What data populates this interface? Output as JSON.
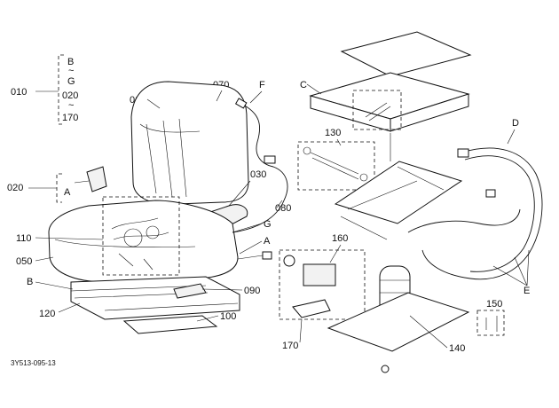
{
  "callouts": {
    "c010": "010",
    "c020a": "020",
    "c020b": "020",
    "c030": "030",
    "c050": "050",
    "c060": "060",
    "c070": "070",
    "c080": "080",
    "c090": "090",
    "c100": "100",
    "c110": "110",
    "c120": "120",
    "c130": "130",
    "c140": "140",
    "c150": "150",
    "c160": "160",
    "c170a": "170",
    "c170b": "170"
  },
  "letters": {
    "A1": "A",
    "A2": "A",
    "B1": "B",
    "B2": "B",
    "C": "C",
    "D": "D",
    "E": "E",
    "F": "F",
    "G1": "G",
    "G2": "G"
  },
  "range_marks": {
    "tilde1": "~",
    "tilde2": "~"
  },
  "drawing_code": "3Y513-095-13"
}
